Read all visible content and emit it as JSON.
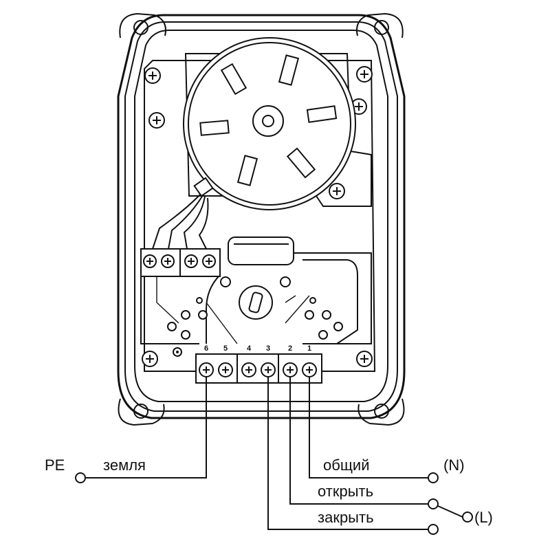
{
  "terminal_numbers": [
    "6",
    "5",
    "4",
    "3",
    "2",
    "1"
  ],
  "labels": {
    "pe": "PE",
    "earth": "земля",
    "common": "общий",
    "n": "(N)",
    "open": "открыть",
    "close": "закрыть",
    "l": "(L)"
  },
  "colors": {
    "line": "#111111",
    "background": "#ffffff"
  }
}
